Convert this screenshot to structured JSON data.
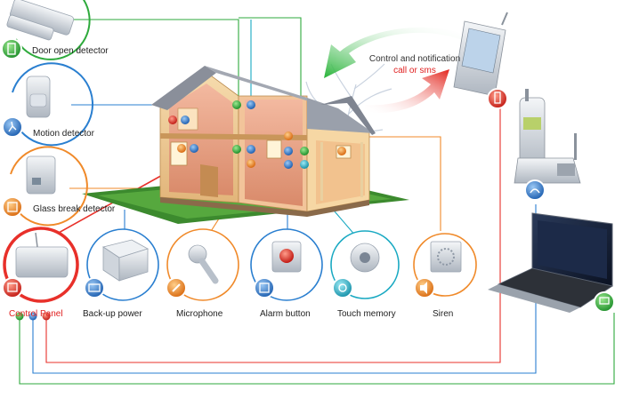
{
  "notification": {
    "line1": "Control and notification",
    "line2": "call or sms"
  },
  "devices": {
    "door": "Door open detector",
    "motion": "Motion detector",
    "glass": "Glass break detector",
    "control_panel": "Control Panel",
    "backup": "Back-up power",
    "microphone": "Microphone",
    "alarm": "Alarm button",
    "touch": "Touch memory",
    "siren": "Siren"
  },
  "colors": {
    "red": "#e8302a",
    "blue": "#2a7fd0",
    "green": "#2eaa3c",
    "orange": "#f08a2a",
    "teal": "#19a9c2"
  },
  "icons": {
    "door": "door-icon",
    "motion": "running-person-icon",
    "glass": "window-icon",
    "control_panel": "panel-icon",
    "backup": "battery-icon",
    "microphone": "microphone-icon",
    "alarm": "button-icon",
    "touch": "touch-key-icon",
    "siren": "speaker-icon",
    "phone": "phone-icon",
    "laptop": "computer-icon"
  }
}
